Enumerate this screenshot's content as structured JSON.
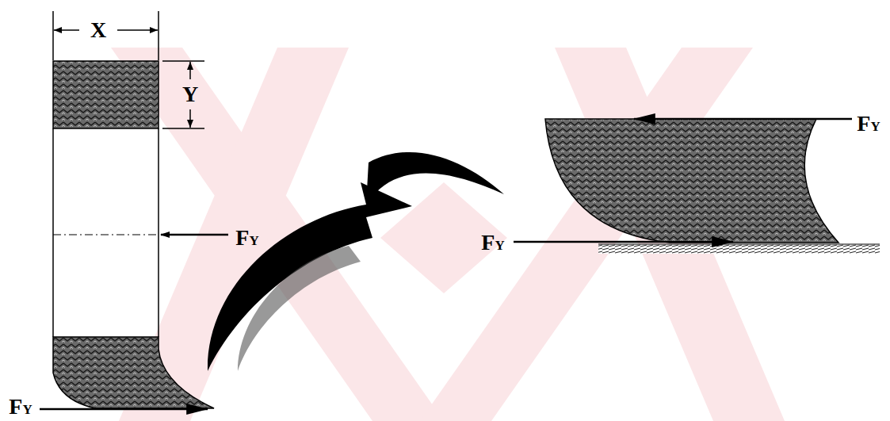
{
  "diagram": {
    "labels": [
      "X",
      "Y",
      "FY",
      "FY",
      "FY",
      "FY"
    ]
  }
}
